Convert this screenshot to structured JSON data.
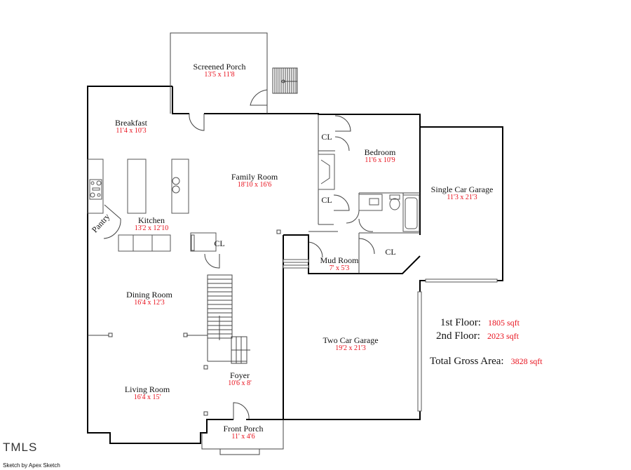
{
  "rooms": {
    "screened_porch": {
      "name": "Screened Porch",
      "dim": "13'5 x 11'8"
    },
    "breakfast": {
      "name": "Breakfast",
      "dim": "11'4 x 10'3"
    },
    "family_room": {
      "name": "Family Room",
      "dim": "18'10 x 16'6"
    },
    "kitchen": {
      "name": "Kitchen",
      "dim": "13'2 x 12'10"
    },
    "bedroom": {
      "name": "Bedroom",
      "dim": "11'6 x 10'9"
    },
    "single_garage": {
      "name": "Single Car Garage",
      "dim": "11'3 x 21'3"
    },
    "mud_room": {
      "name": "Mud Room",
      "dim": "7' x 5'3"
    },
    "dining_room": {
      "name": "Dining Room",
      "dim": "16'4 x 12'3"
    },
    "two_car_garage": {
      "name": "Two Car Garage",
      "dim": "19'2 x 21'3"
    },
    "foyer": {
      "name": "Foyer",
      "dim": "10'6 x 8'"
    },
    "living_room": {
      "name": "Living Room",
      "dim": "16'4 x 15'"
    },
    "front_porch": {
      "name": "Front Porch",
      "dim": "11' x 4'6"
    }
  },
  "closets": {
    "label": "CL"
  },
  "pantry": "Pantry",
  "areas": {
    "first_floor": {
      "label": "1st Floor:",
      "value": "1805 sqft"
    },
    "second_floor": {
      "label": "2nd Floor:",
      "value": "2023 sqft"
    },
    "total": {
      "label": "Total Gross Area:",
      "value": "3828 sqft"
    }
  },
  "brand": "TMLS",
  "credit": "Sketch by Apex Sketch",
  "colors": {
    "wall": "#000000",
    "fixture": "#555555",
    "dimension": "#e8101c"
  }
}
